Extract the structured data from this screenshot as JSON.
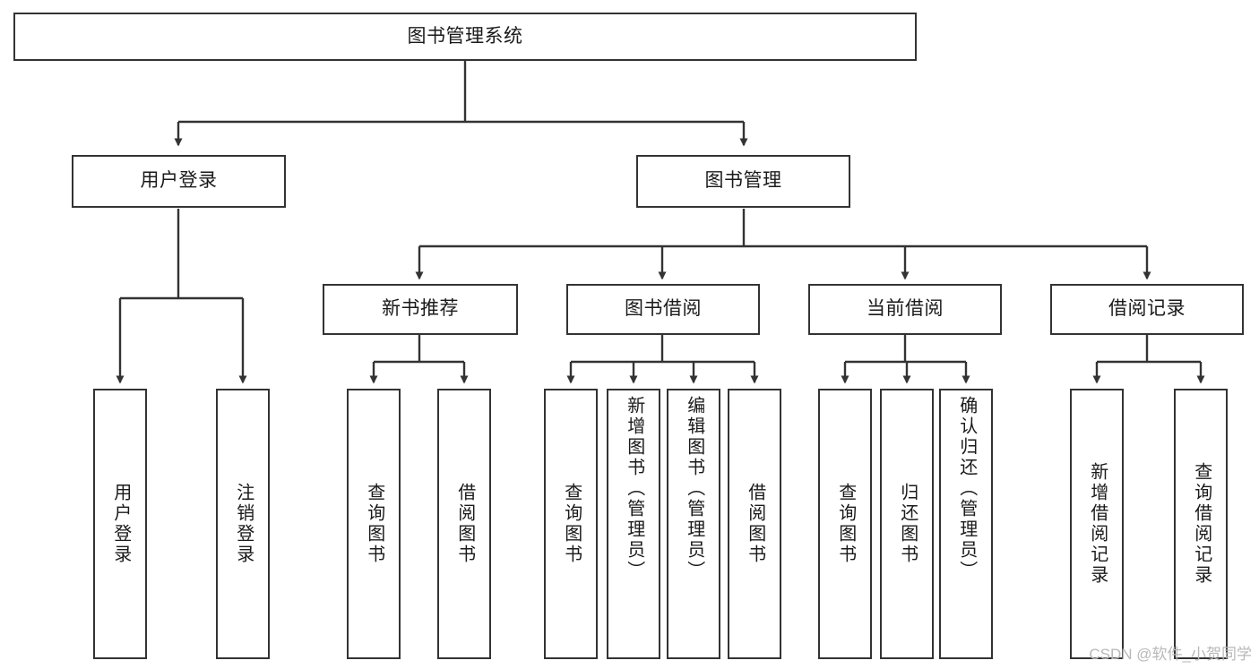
{
  "diagram": {
    "title": "图书管理系统",
    "type": "tree-hierarchy-diagram",
    "colors": {
      "stroke": "#333333",
      "fill": "#ffffff",
      "text": "#1a1a1a",
      "watermark": "#b8b8b8"
    },
    "root": {
      "label": "图书管理系统"
    },
    "level2": [
      {
        "label": "用户登录"
      },
      {
        "label": "图书管理"
      }
    ],
    "level3": [
      {
        "label": "新书推荐"
      },
      {
        "label": "图书借阅"
      },
      {
        "label": "当前借阅"
      },
      {
        "label": "借阅记录"
      }
    ],
    "leaves": {
      "user_login": [
        {
          "label": "用户登录"
        },
        {
          "label": "注销登录"
        }
      ],
      "new_book_recommend": [
        {
          "label": "查询图书"
        },
        {
          "label": "借阅图书"
        }
      ],
      "book_borrow": [
        {
          "label": "查询图书"
        },
        {
          "label": "新增图书（管理员）"
        },
        {
          "label": "编辑图书（管理员）"
        },
        {
          "label": "借阅图书"
        }
      ],
      "current_borrow": [
        {
          "label": "查询图书"
        },
        {
          "label": "归还图书"
        },
        {
          "label": "确认归还（管理员）"
        }
      ],
      "borrow_record": [
        {
          "label": "新增借阅记录"
        },
        {
          "label": "查询借阅记录"
        }
      ]
    }
  },
  "watermark": {
    "text": "CSDN @软件_小贺同学"
  }
}
